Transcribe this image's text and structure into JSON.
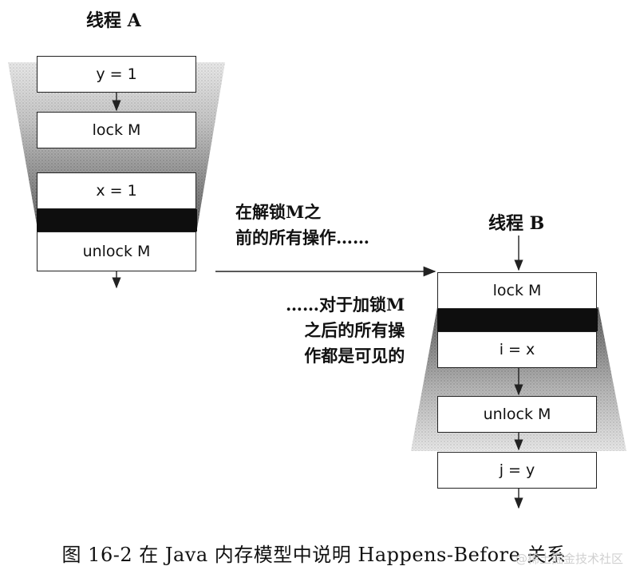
{
  "thread_a": {
    "title": "线程 A",
    "steps": [
      "y = 1",
      "lock M",
      "x = 1",
      "unlock M"
    ]
  },
  "thread_b": {
    "title": "线程 B",
    "steps": [
      "lock M",
      "i = x",
      "unlock M",
      "j = y"
    ]
  },
  "note_release": [
    "在解锁M之",
    "前的所有操作……"
  ],
  "note_acquire": [
    "……对于加锁M",
    "之后的所有操",
    "作都是可见的"
  ],
  "caption": "图 16-2  在 Java 内存模型中说明 Happens-Before 关系",
  "watermark": "@稀土掘金技术社区"
}
